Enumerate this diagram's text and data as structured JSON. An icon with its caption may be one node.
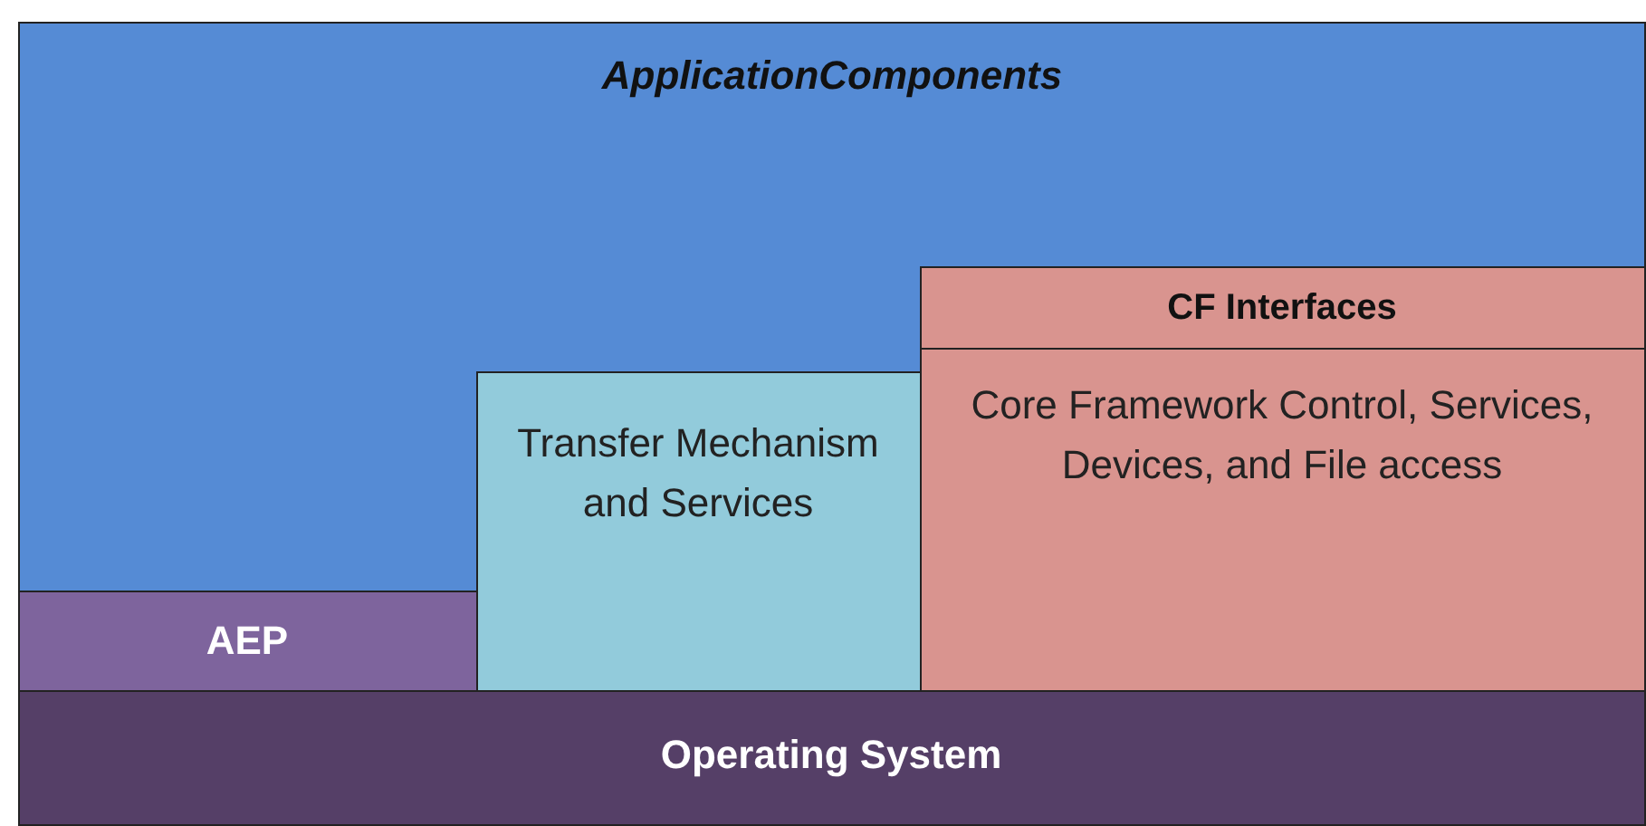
{
  "diagram": {
    "nodes": [
      {
        "text": [
          "ApplicationComponents"
        ]
      },
      {
        "text": [
          "CF Interfaces"
        ],
        "in": 0
      },
      {
        "text": [
          "Transfer Mechanism and Services"
        ],
        "in": 0
      },
      {
        "text": [
          "Core Framework Control, Services, Devices, and File access"
        ],
        "in": 0
      },
      {
        "text": [
          "AEP"
        ],
        "in": 0
      },
      {
        "text": [
          "Operating System"
        ],
        "in": 0
      }
    ],
    "edges": []
  }
}
